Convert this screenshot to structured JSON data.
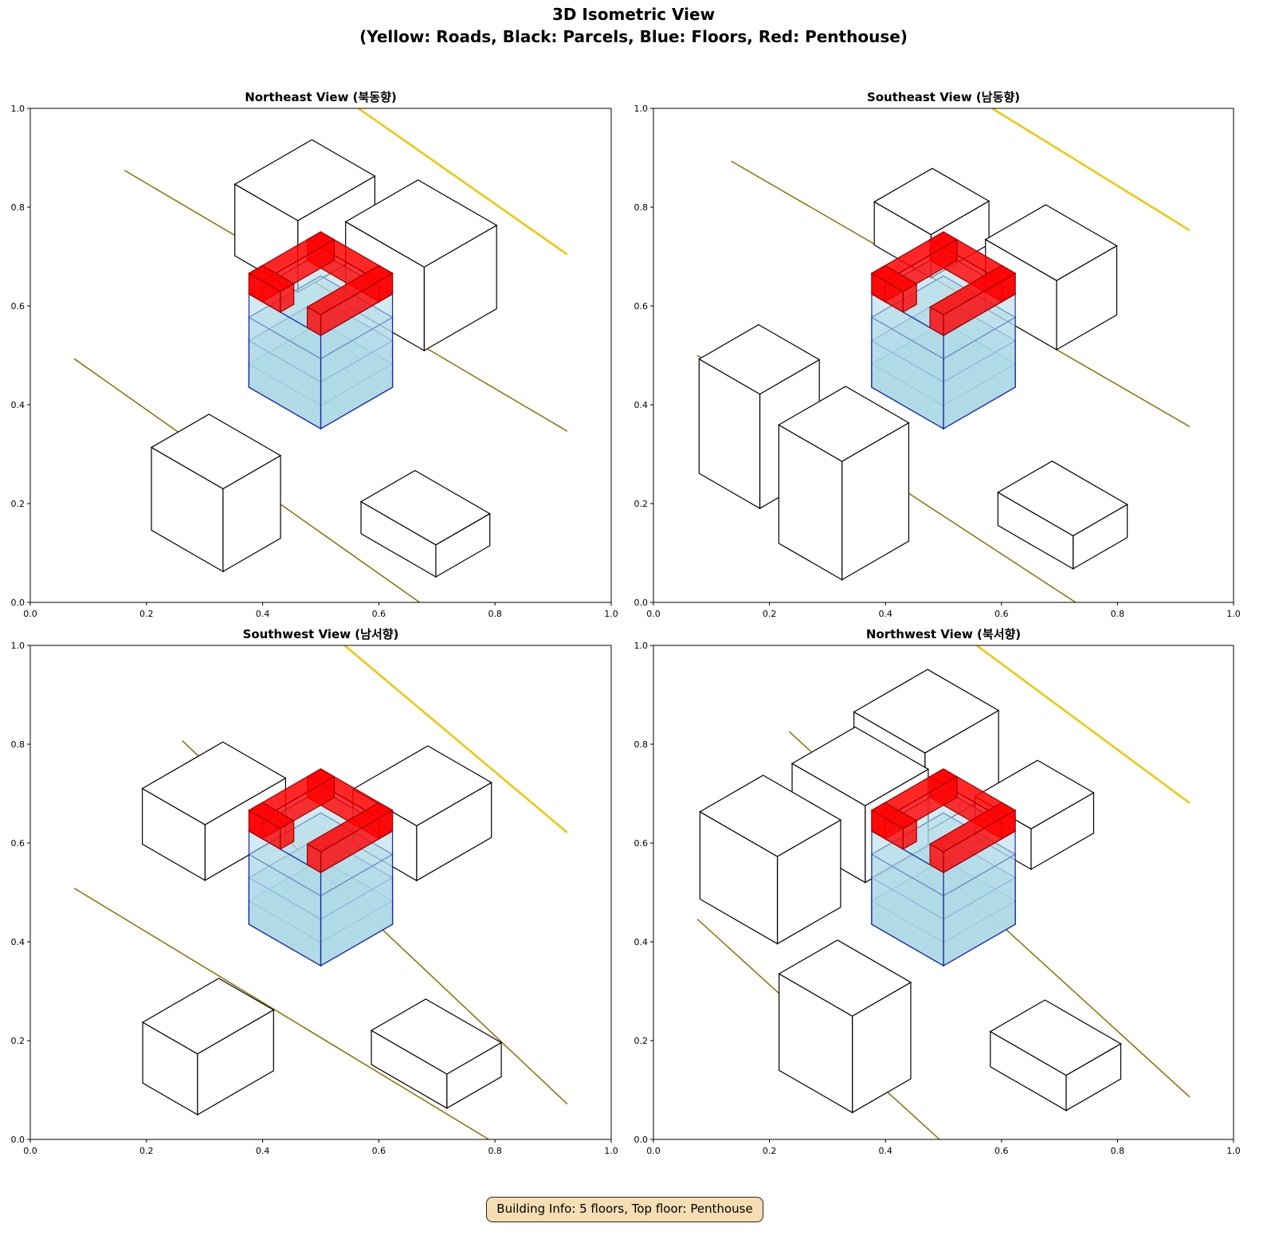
{
  "figure": {
    "title_line1": "3D Isometric View",
    "title_line2": "(Yellow: Roads, Black: Parcels, Blue: Floors, Red: Penthouse)",
    "info_box": "Building Info: 5 floors, Top floor: Penthouse"
  },
  "panels": [
    {
      "title": "Northeast View (북동향)"
    },
    {
      "title": "Southeast View (남동향)"
    },
    {
      "title": "Southwest View (남서향)"
    },
    {
      "title": "Northwest View (북서향)"
    }
  ],
  "axes": {
    "x_ticks": [
      "0.0",
      "0.2",
      "0.4",
      "0.6",
      "0.8",
      "1.0"
    ],
    "y_ticks": [
      "0.0",
      "0.2",
      "0.4",
      "0.6",
      "0.8",
      "1.0"
    ]
  },
  "colors": {
    "road": "#f2c500",
    "road_dark": "#8a7000",
    "parcel": "#000000",
    "floor_fill": "#add8e6",
    "floor_edge": "#1a2aa0",
    "penthouse": "#ff0000",
    "info_bg": "#f5deb3"
  },
  "building": {
    "floors": 5,
    "top_floor": "Penthouse"
  }
}
